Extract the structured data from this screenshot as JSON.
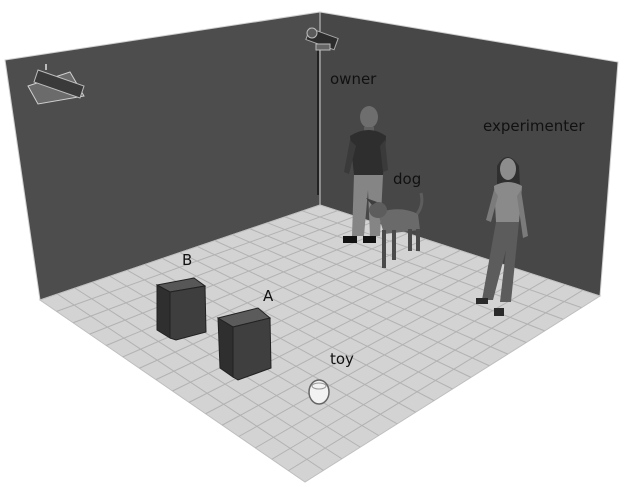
{
  "labels": {
    "owner": "owner",
    "experimenter": "experimenter",
    "dog": "dog",
    "box_b": "B",
    "box_a": "A",
    "toy": "toy"
  },
  "colors": {
    "back_wall": "#4d4d4d",
    "left_wall": "#545454",
    "right_wall": "#4a4a4a",
    "floor": "#d2d2d2",
    "grid_line": "#b4b4b4",
    "box": "#3c3c3c"
  },
  "floor_grid": {
    "rows": 16,
    "cols": 16
  }
}
